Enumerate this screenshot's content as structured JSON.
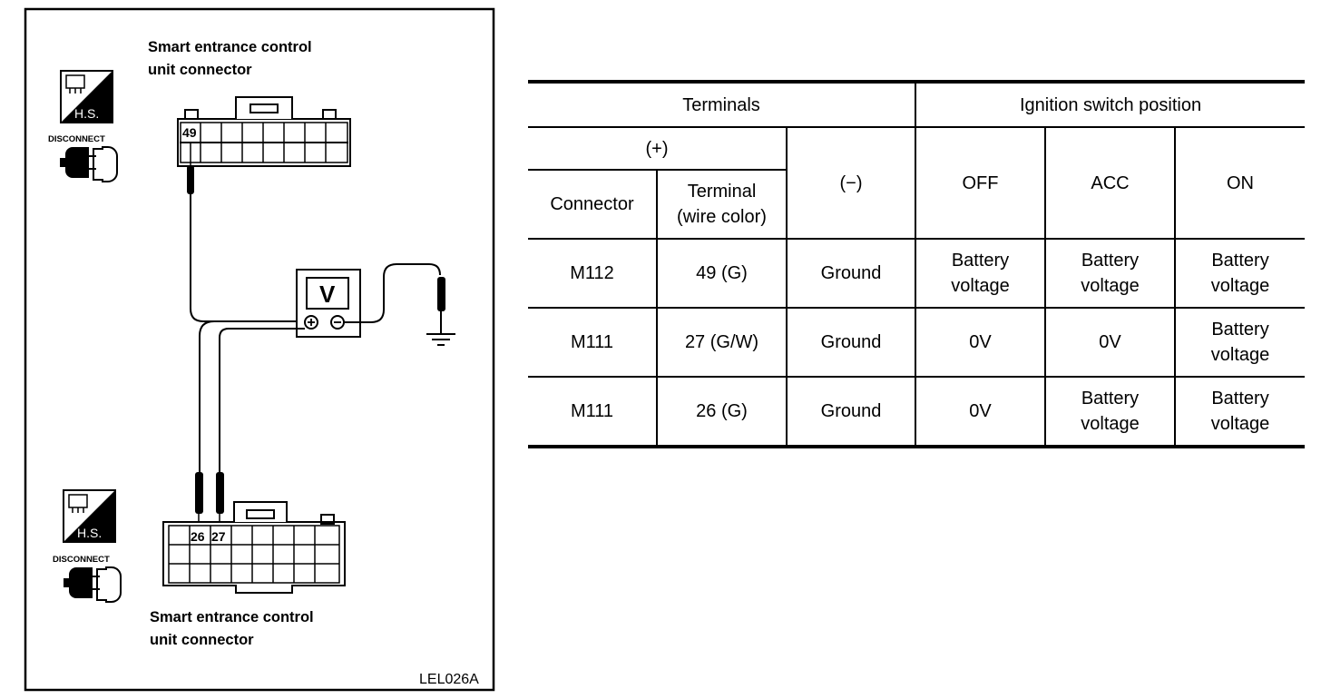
{
  "diagram": {
    "code": "LEL026A",
    "top_connector": {
      "label_line1": "Smart entrance control",
      "label_line2": "unit connector",
      "pin": "49",
      "icon_text": "H.S.",
      "disconnect_label": "DISCONNECT"
    },
    "bottom_connector": {
      "label_line1": "Smart entrance control",
      "label_line2": "unit connector",
      "pins": [
        "26",
        "27"
      ],
      "icon_text": "H.S.",
      "disconnect_label": "DISCONNECT"
    },
    "meter": {
      "label": "V",
      "plus": "⊕",
      "minus": "⊖"
    }
  },
  "table": {
    "terminals_header": "Terminals",
    "ignition_header": "Ignition switch position",
    "plus_header": "(+)",
    "minus_header": "(−)",
    "connector_header": "Connector",
    "terminal_header_line1": "Terminal",
    "terminal_header_line2": "(wire color)",
    "positions": [
      "OFF",
      "ACC",
      "ON"
    ],
    "rows": [
      {
        "connector": "M112",
        "terminal": "49 (G)",
        "ground": "Ground",
        "off": [
          "Battery",
          "voltage"
        ],
        "acc": [
          "Battery",
          "voltage"
        ],
        "on": [
          "Battery",
          "voltage"
        ]
      },
      {
        "connector": "M111",
        "terminal": "27 (G/W)",
        "ground": "Ground",
        "off": [
          "0V"
        ],
        "acc": [
          "0V"
        ],
        "on": [
          "Battery",
          "voltage"
        ]
      },
      {
        "connector": "M111",
        "terminal": "26 (G)",
        "ground": "Ground",
        "off": [
          "0V"
        ],
        "acc": [
          "Battery",
          "voltage"
        ],
        "on": [
          "Battery",
          "voltage"
        ]
      }
    ]
  }
}
